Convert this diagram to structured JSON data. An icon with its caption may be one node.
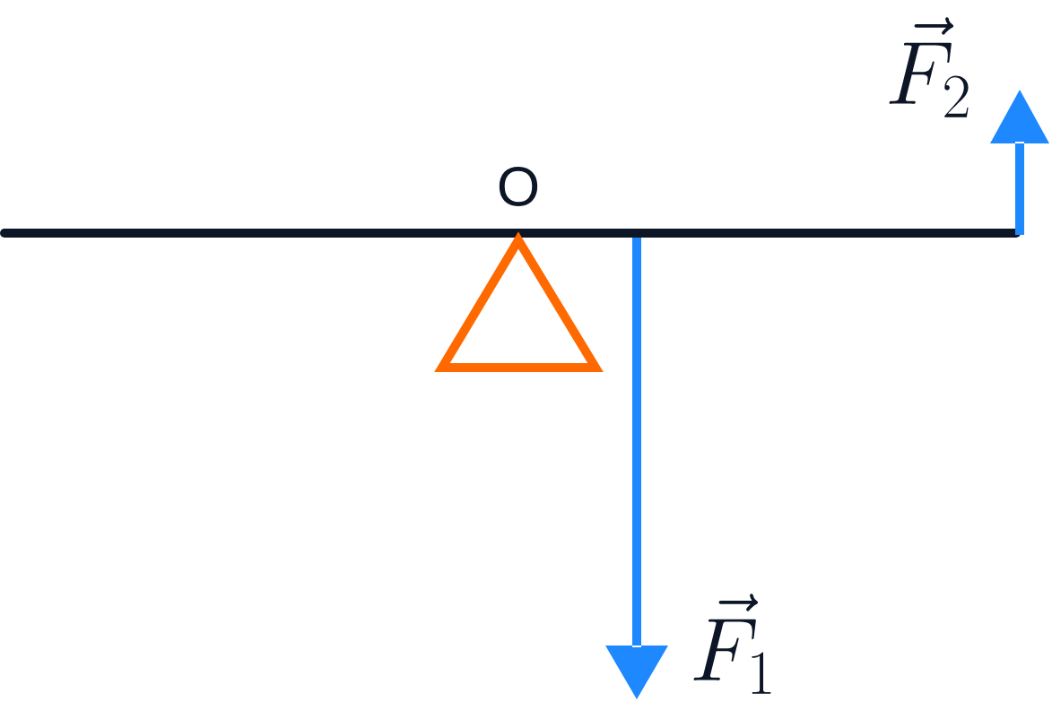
{
  "diagram": {
    "nodes": [
      {
        "text": [],
        "shape": "triangle"
      }
    ],
    "labels": [
      "\\vec{F}_2",
      "O",
      "\\vec{F}_1"
    ]
  }
}
